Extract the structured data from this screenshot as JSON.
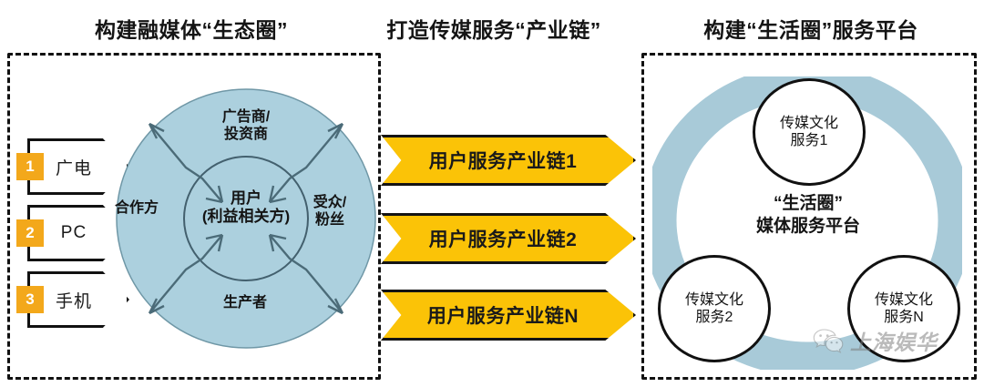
{
  "titles": {
    "left": "构建融媒体“生态圈”",
    "middle": "打造传媒服务“产业链”",
    "right": "构建“生活圈”服务平台"
  },
  "colors": {
    "light_blue": "#acd0de",
    "ring_blue": "#a8cad8",
    "amber": "#fbc307",
    "orange_badge": "#f3a81b",
    "outline": "#111111",
    "text": "#141414",
    "watermark": "#7c7c7c"
  },
  "left_panel": {
    "sources": [
      {
        "number": "1",
        "label": "广电"
      },
      {
        "number": "2",
        "label": "PC"
      },
      {
        "number": "3",
        "label": "手机"
      }
    ],
    "ecosystem": {
      "center": "用户\n(利益相关方)",
      "top": "广告商/\n投资商",
      "right": "受众/\n粉丝",
      "bottom": "生产者",
      "left": "合作方"
    }
  },
  "middle_panel": {
    "chains": [
      {
        "label": "用户服务产业链1"
      },
      {
        "label": "用户服务产业链2"
      },
      {
        "label": "用户服务产业链N"
      }
    ]
  },
  "right_panel": {
    "center": "“生活圈”\n媒体服务平台",
    "nodes": [
      {
        "label": "传媒文化\n服务1"
      },
      {
        "label": "传媒文化\n服务2"
      },
      {
        "label": "传媒文化\n服务N"
      }
    ]
  },
  "watermark": {
    "icon": "wechat-icon",
    "text": "上海娱华"
  }
}
